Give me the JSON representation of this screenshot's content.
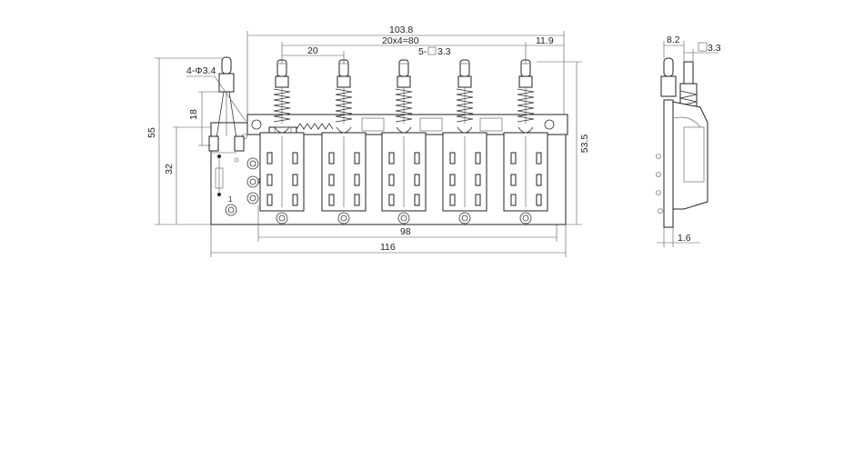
{
  "drawing": {
    "dims": {
      "overall_width_top": "103.8",
      "pitch_total": "20x4=80",
      "pitch": "20",
      "key_count_spec": "5-",
      "key_width": "3.3",
      "offset_right": "11.9",
      "hole_spec": "4-Φ3.4",
      "height_18": "18",
      "height_55": "55",
      "height_32": "32",
      "height_53_5": "53.5",
      "bottom_98": "98",
      "bottom_116": "116",
      "side_8_2": "8.2",
      "side_3_3": "3.3",
      "side_1_6": "1.6"
    },
    "board_labels": {
      "n": "N",
      "one": "1"
    }
  }
}
